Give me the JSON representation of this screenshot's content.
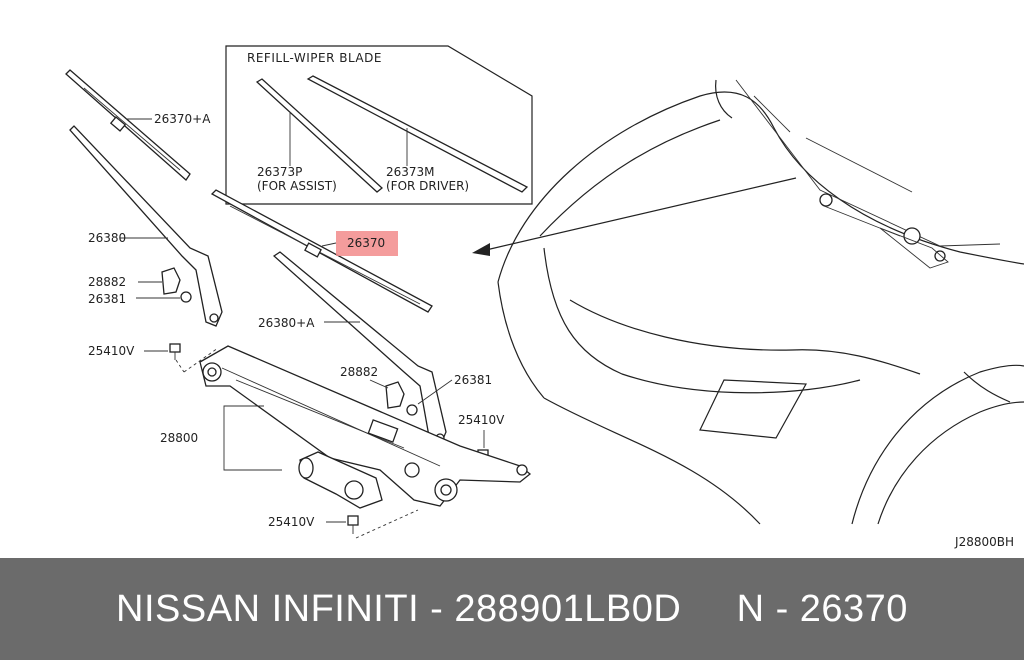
{
  "refill_box": {
    "title": "REFILL-WIPER BLADE",
    "assist_part": "26373P",
    "assist_note": "(FOR ASSIST)",
    "driver_part": "26373M",
    "driver_note": "(FOR DRIVER)"
  },
  "labels": {
    "blade_assist": "26370+A",
    "arm_left": "26380",
    "cap_left": "28882",
    "nut_left": "26381",
    "bolt_left_top": "25410V",
    "blade_driver": "26370",
    "arm_driver": "26380+A",
    "cap_right": "28882",
    "nut_right": "26381",
    "bolt_right": "25410V",
    "linkage": "28800",
    "bolt_bottom": "25410V",
    "diagram_code": "J28800BH"
  },
  "highlight": {
    "color": "#f28b8b"
  },
  "footer": {
    "brand": "NISSAN INFINITI",
    "part_number": "288901LB0D",
    "ref": "N - 26370",
    "separator": " - ",
    "gap": "     "
  }
}
